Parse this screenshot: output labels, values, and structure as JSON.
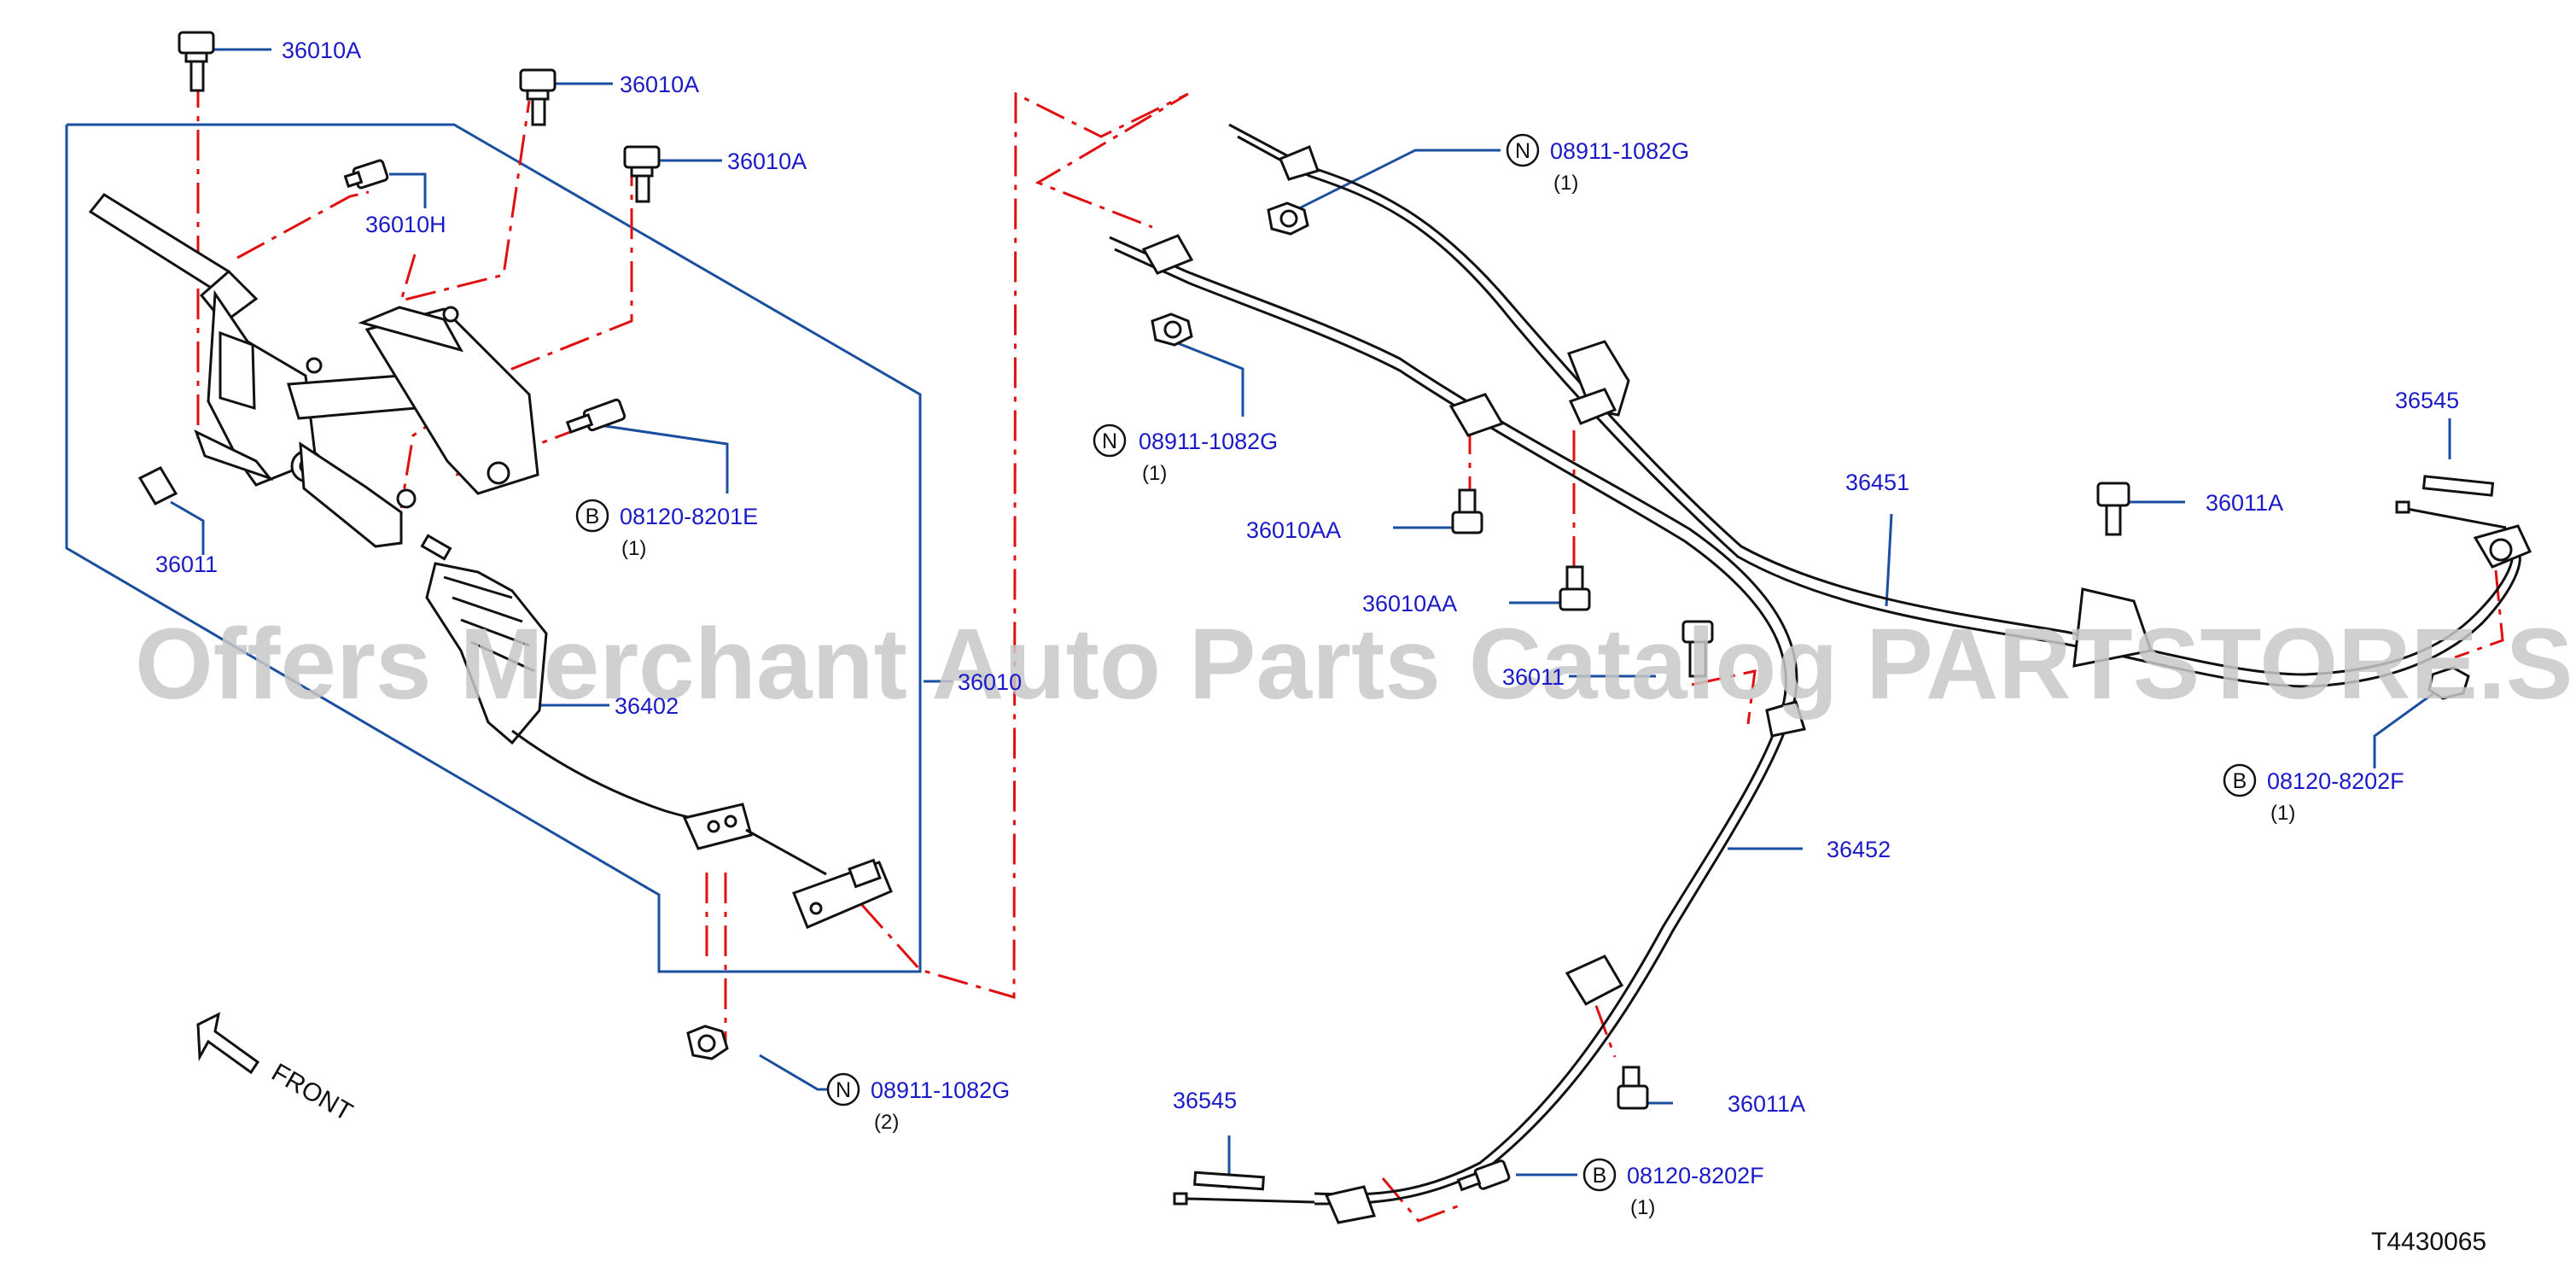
{
  "labels": {
    "l_36010A_1": "36010A",
    "l_36010A_2": "36010A",
    "l_36010A_3": "36010A",
    "l_36010H": "36010H",
    "l_36011": "36011",
    "l_08120_8201E": "08120-8201E",
    "l_36402": "36402",
    "l_36010": "36010",
    "l_08911_1082G_a": "08911-1082G",
    "l_08911_1082G_b": "08911-1082G",
    "l_08911_1082G_c": "08911-1082G",
    "l_36010AA_1": "36010AA",
    "l_36010AA_2": "36010AA",
    "l_36011A_1": "36011A",
    "l_36011A_2": "36011A",
    "l_36545_1": "36545",
    "l_36545_2": "36545",
    "l_36451": "36451",
    "l_36452": "36452",
    "l_08120_8202F_a": "08120-8202F",
    "l_08120_8202F_b": "08120-8202F",
    "l_36011_partial": "36011"
  },
  "quantities": {
    "q_08120_8201E": "(1)",
    "q_08911_a": "(1)",
    "q_08911_b": "(1)",
    "q_08911_c": "(2)",
    "q_08120_8202F_a": "(1)",
    "q_08120_8202F_b": "(1)"
  },
  "circled_letters": {
    "b": "B",
    "n": "N"
  },
  "front_label": "FRONT",
  "diagram_code": "T4430065",
  "watermark": "Offers Merchant Auto Parts Catalog PARTSTORE.SA",
  "colors": {
    "callout_text": "#1a1ac8",
    "leader_line": "#1a4fa0",
    "phantom_line": "#e01010",
    "part_outline": "#111111"
  }
}
